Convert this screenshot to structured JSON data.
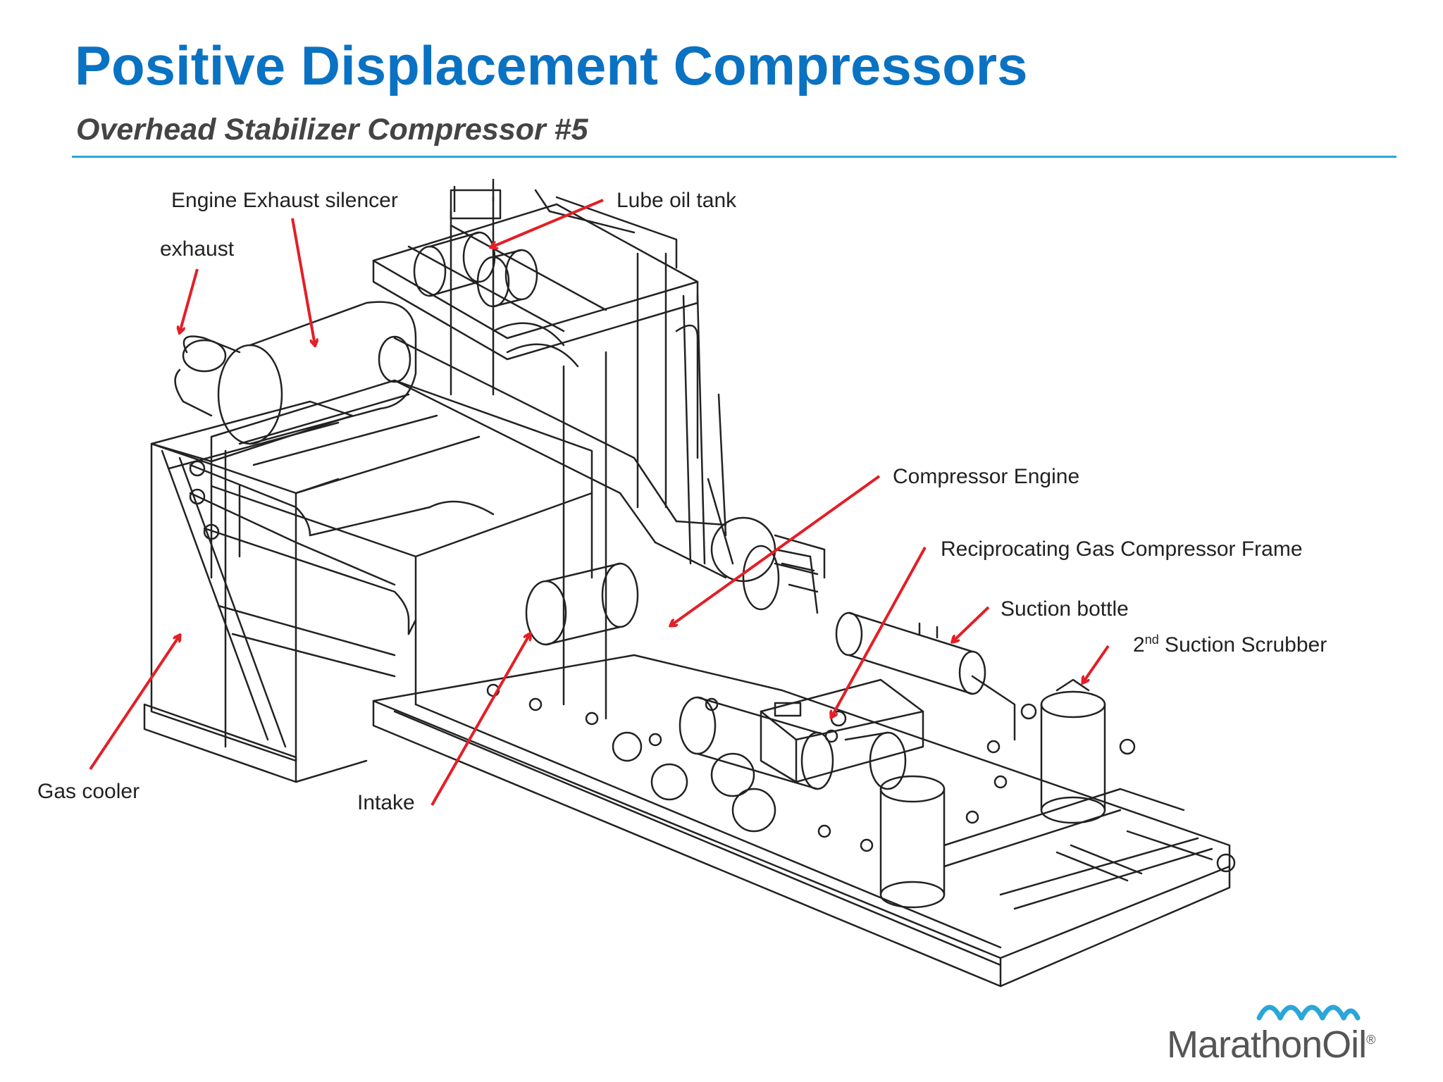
{
  "header": {
    "title": "Positive Displacement Compressors",
    "subtitle": "Overhead Stabilizer Compressor #5"
  },
  "labels": {
    "engine_exhaust_silencer": "Engine Exhaust silencer",
    "exhaust": "exhaust",
    "lube_oil_tank": "Lube oil tank",
    "compressor_engine": "Compressor Engine",
    "reciprocating_frame": "Reciprocating Gas Compressor Frame",
    "suction_bottle": "Suction bottle",
    "suction_scrubber_num": "2",
    "suction_scrubber_sup": "nd",
    "suction_scrubber_rest": " Suction Scrubber",
    "gas_cooler": "Gas cooler",
    "intake": "Intake"
  },
  "logo": {
    "text": "MarathonOil",
    "registered": "®"
  },
  "colors": {
    "title": "#0a72c2",
    "rule": "#2aa6d9",
    "arrow": "#e41e26",
    "logo_mark": "#2aa6d9"
  }
}
